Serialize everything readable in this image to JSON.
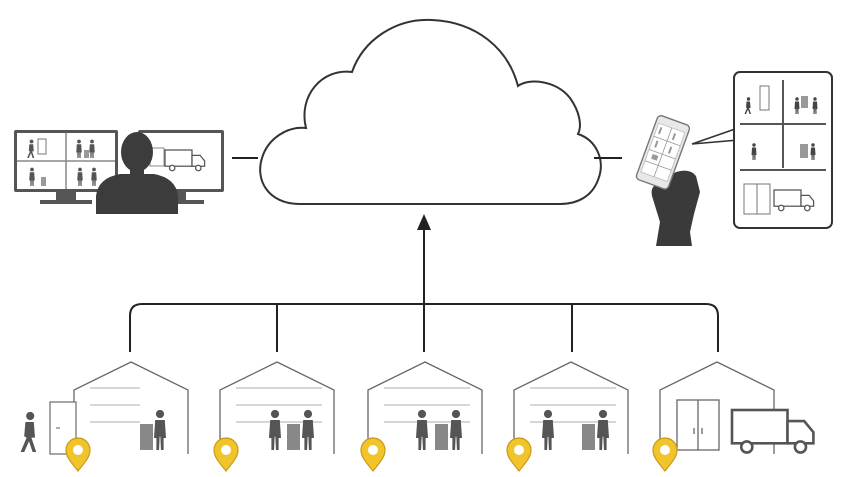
{
  "colors": {
    "line": "#1f1f1f",
    "cloud_stroke": "#333333",
    "dark_gray": "#4a4a4a",
    "mid_gray": "#8a8a8a",
    "light_gray": "#c8c8c8",
    "pin_yellow": "#f2c42c",
    "pin_outline": "#c79a12",
    "screen_bg": "#ffffff"
  },
  "icons": {
    "cloud": "cloud-icon",
    "monitor": "monitor-icon",
    "operator": "operator-silhouette-icon",
    "phone": "smartphone-icon",
    "hand": "hand-icon",
    "house": "building-icon",
    "pin": "location-pin-icon",
    "person": "person-icon",
    "truck": "truck-icon"
  },
  "sites": [
    {
      "id": "site-1",
      "scene": "visitor-at-door"
    },
    {
      "id": "site-2",
      "scene": "handshake-counter"
    },
    {
      "id": "site-3",
      "scene": "handshake-counter"
    },
    {
      "id": "site-4",
      "scene": "handshake-counter"
    },
    {
      "id": "site-5",
      "scene": "loading-dock-truck"
    }
  ]
}
